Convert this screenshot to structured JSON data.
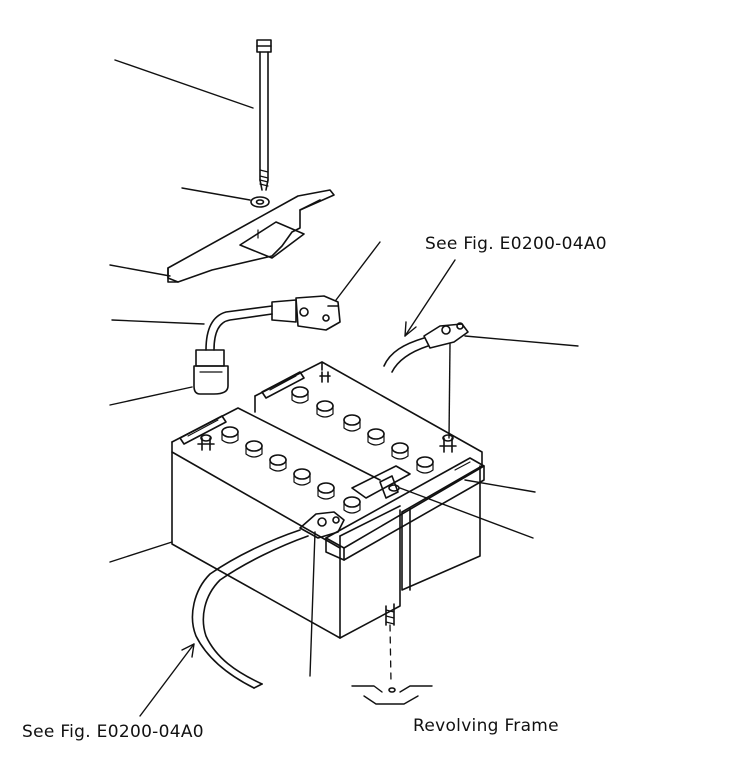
{
  "labels": {
    "ref_top": "See Fig. E0200-04A0",
    "ref_bottom": "See Fig. E0200-04A0",
    "revolving_frame": "Revolving Frame"
  },
  "colors": {
    "line": "#111111",
    "background": "#ffffff"
  }
}
